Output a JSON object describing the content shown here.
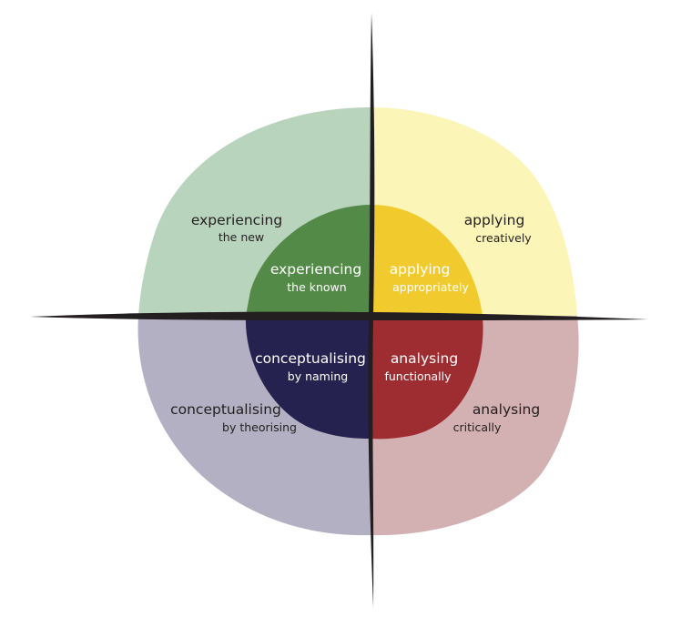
{
  "colors": {
    "outer_top_left": "#b8d4bd",
    "outer_top_right": "#fbf5b7",
    "outer_bottom_left": "#b2b0c2",
    "outer_bottom_right": "#d3b0b2",
    "inner_top_left": "#538a47",
    "inner_top_right": "#f1cb2d",
    "inner_bottom_left": "#262250",
    "inner_bottom_right": "#9d2d31",
    "axis": "#231f20",
    "outer_text": "#231f20",
    "inner_text": "#ffffff"
  },
  "quadrants": {
    "outer_top_left": {
      "title": "experiencing",
      "sub": "the new"
    },
    "outer_top_right": {
      "title": "applying",
      "sub": "creatively"
    },
    "outer_bottom_left": {
      "title": "conceptualising",
      "sub": "by theorising"
    },
    "outer_bottom_right": {
      "title": "analysing",
      "sub": "critically"
    },
    "inner_top_left": {
      "title": "experiencing",
      "sub": "the known"
    },
    "inner_top_right": {
      "title": "applying",
      "sub": "appropriately"
    },
    "inner_bottom_left": {
      "title": "conceptualising",
      "sub": "by naming"
    },
    "inner_bottom_right": {
      "title": "analysing",
      "sub": "functionally"
    }
  }
}
